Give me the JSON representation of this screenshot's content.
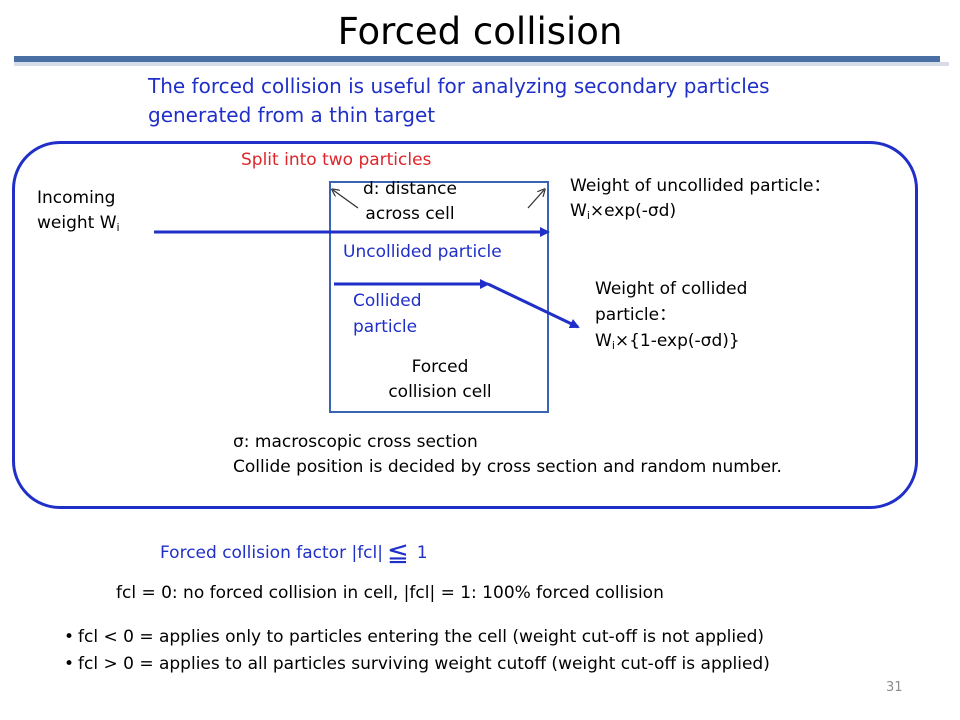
{
  "slide": {
    "title": "Forced collision",
    "intro": "The forced collision is useful for analyzing secondary particles generated from a thin target",
    "page_number": "31"
  },
  "diagram": {
    "split_label": "Split into two particles",
    "incoming_line1": "Incoming",
    "incoming_line2": "weight W",
    "incoming_sub": "i",
    "distance_line1": "d: distance",
    "distance_line2": "across cell",
    "uncollided_label": "Uncollided particle",
    "collided_line1": "Collided",
    "collided_line2": "particle",
    "cell_line1": "Forced",
    "cell_line2": "collision cell",
    "w_uncollided_line1": "Weight of uncollided particle：",
    "w_uncollided_prefix": "W",
    "w_uncollided_sub": "i",
    "w_uncollided_formula": "×exp(-σd)",
    "w_collided_line1": "Weight of collided",
    "w_collided_line2": "particle：",
    "w_collided_prefix": "W",
    "w_collided_sub": "i",
    "w_collided_formula": "×{1-exp(-σd)}",
    "sigma_line1": "σ: macroscopic cross section",
    "sigma_line2": "Collide position is decided by cross section and random number."
  },
  "notes": {
    "factor_label": "Forced collision factor  |fcl|",
    "factor_leq": "≦",
    "factor_value": "1",
    "fcl_definition": "fcl = 0: no forced collision in cell, |fcl| = 1: 100% forced collision",
    "bullets": [
      "fcl < 0 = applies only to particles entering the cell (weight cut-off is not applied)",
      "fcl > 0 = applies to all particles surviving weight cutoff (weight cut-off is applied)"
    ]
  },
  "colors": {
    "accent_blue": "#1f2fc8",
    "label_red": "#e0242b",
    "cell_border": "#3a64b4"
  }
}
